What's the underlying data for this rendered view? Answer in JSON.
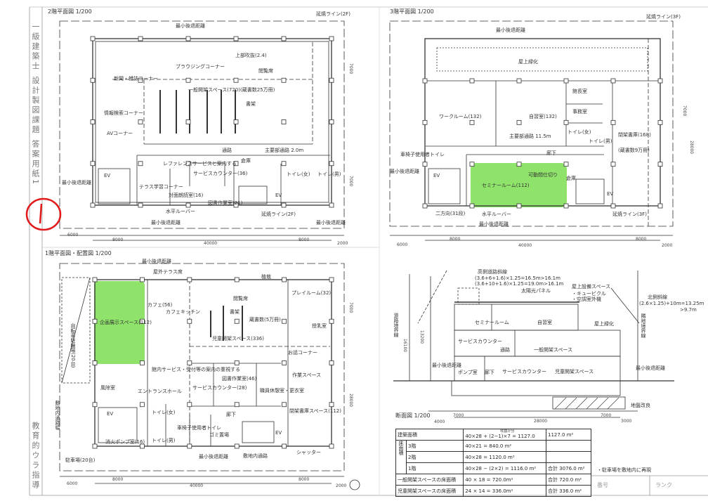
{
  "sidebar": {
    "title_top": "一級建築士 設計製図課題 答案用紙1",
    "title_bottom": "教育的ウラ指導"
  },
  "colors": {
    "highlight": "#8fe36a",
    "annotation_red": "#e11b1b",
    "line": "#333333"
  },
  "floor2": {
    "title": "2階平面図 1/200",
    "labels": {
      "a": "延焼ライン(2F)",
      "b": "最小後退距離",
      "c": "上部吹抜(2.4)",
      "d": "ブラウジングコーナー",
      "e": "閲覧席",
      "f": "新聞・雑誌コーナー",
      "g": "一般開架スペース(720)(蔵書数25万冊)",
      "h": "書架",
      "i": "情報検索コーナー",
      "j": "AVコーナー",
      "k": "通路",
      "l": "主要部通路 2.0m",
      "m": "トイレ(女)",
      "n": "トイレ(男)",
      "o": "倉庫",
      "p": "サービスカウンター(36)",
      "q": "レファレンスサービスと案内する",
      "r": "テラス学習コーナー",
      "s": "対面朗読室(16)",
      "t": "図書作業室(21)",
      "u": "水平ルーバー",
      "v": "延焼ライン(2F)",
      "w": "最小後退距離",
      "x": "最小後退距離",
      "y": "最小後退距離",
      "ev1": "EV",
      "ev2": "EV"
    },
    "dims": {
      "d1": "6000",
      "d2": "8000",
      "d3": "40000",
      "d4": "8000",
      "d5": "2000",
      "d6": "7000",
      "d7": "7000"
    }
  },
  "floor3": {
    "title": "3階平面図 1/200",
    "labels": {
      "a": "延焼ライン(3F)",
      "b": "最小後退距離",
      "c": "屋上緑化",
      "d": "館長室",
      "e": "事務室",
      "f": "ワークルーム(132)",
      "g": "自習室(132)",
      "h": "閉架書庫(168)",
      "i": "(蔵書数9万冊)",
      "j": "廊下",
      "k": "セミナールーム(112)",
      "l": "可動間仕切り",
      "m": "倉庫",
      "n": "水平ルーバー",
      "o": "二方向(31段)",
      "p": "延焼ライン(3F)",
      "q": "最小後退距離",
      "r": "トイレ(女)",
      "s": "トイレ(男)",
      "t": "車椅子使用者トイレ",
      "u": "最小後退距離",
      "v": "主要部通路 11.5m",
      "ev1": "EV",
      "ev2": "EV"
    },
    "dims": {
      "d1": "6000",
      "d2": "8000",
      "d3": "40000",
      "d4": "8000",
      "d5": "2000",
      "d6": "7000",
      "d7": "28000"
    }
  },
  "floor1": {
    "title": "1階平面図・配置図 1/200",
    "labels": {
      "a": "最小後退距離",
      "b": "屋外テラス席",
      "c": "植栽",
      "d": "プレイルーム(32)",
      "e": "カフェ(56)",
      "f": "閲覧席",
      "g": "書架",
      "h": "蔵書数(5万冊)",
      "i": "企画展示スペース(112)",
      "j": "児童開架スペース(336)",
      "k": "授乳室",
      "l": "お話コーナー",
      "m": "自転車駐輪場(20台)",
      "n": "館内サービス・受付等の案内の重視する",
      "o": "サービスカウンター(28)",
      "p": "図書作業室(46)",
      "q": "職員休憩室・更衣室",
      "r": "作業スペース",
      "s": "エントランスホール",
      "t": "風除室",
      "u": "トイレ(女)",
      "v": "トイレ(男)",
      "w": "車椅子使用者トイレ",
      "x": "ゴミ置場",
      "y": "閉架書庫スペース(112)",
      "z": "シャッター",
      "aa": "消火ポンプ室(16)",
      "ab": "最小後退距離",
      "ac": "敷地内通路",
      "ad": "駐車場(20台)",
      "ae": "敷地内通路幅",
      "af": "廊下",
      "ag": "カフェキッチン",
      "ev1": "EV",
      "ev2": "EV"
    },
    "dims": {
      "d1": "6000",
      "d2": "8000",
      "d3": "40000",
      "d4": "8000",
      "d5": "2000",
      "d6": "7000",
      "d7": "28000"
    }
  },
  "section": {
    "title": "断面図 1/200",
    "labels": {
      "a": "高側道路斜線",
      "b": "(3.6+6+1.6)×1.25=16.5m>16.1m",
      "c": "(3.6+10+1.6)×1.25=19.0m>16.1m",
      "d": "屋上設備スペース",
      "e": "・キュービクル",
      "f": "・空調室外機",
      "g": "太陽光パネル",
      "h": "北側斜線",
      "i": "(2.6×1.25)+10m=13.25m",
      "j": ">9.7m",
      "k": "セミナールーム",
      "l": "自習室",
      "m": "屋上緑化",
      "n": "一般開架スペース",
      "o": "サービスカウンター",
      "p": "通路",
      "q": "ポンプ室",
      "r": "廊下",
      "s": "サービスカウンター",
      "t": "児童開架スペース",
      "u": "地盤改良",
      "v": "道路境界線",
      "w": "隣地境界線",
      "x": "最小後退距離",
      "y": "最小後退距離"
    },
    "dims": {
      "d1": "4000",
      "d2": "7000",
      "d3": "7000",
      "d4": "28000",
      "d5": "3000",
      "d6": "16100",
      "d7": "13200"
    }
  },
  "area_table": {
    "building_area_label": "建築面積",
    "building_area_note": "吹抜け分",
    "building_area_calc": "40×28 + (2−1)×7 = 1127.0",
    "building_area_value": "1127.0 m²",
    "floor_area_label": "床面積",
    "rows": [
      {
        "floor": "3階",
        "calc": "40×21 = 840.0 m²",
        "total": ""
      },
      {
        "floor": "2階",
        "calc": "40×28 = 1120.0 m²",
        "total": ""
      },
      {
        "floor": "1階",
        "calc": "40×28 − (2×2) = 1116.0 m²",
        "total": "合計 3076.0 m²"
      }
    ],
    "general_label": "一般開架スペースの床面積",
    "general_calc": "40 × 18 = 720.0m²",
    "general_total": "合計 720.0 m²",
    "children_label": "児童開架スペースの床面積",
    "children_calc": "24 × 14 = 336.0m²",
    "children_total": "合計 336.0 m²"
  },
  "note": "・駐車場を敷地内に再現",
  "title_block": {
    "number_label": "番号",
    "rank_label": "ランク"
  }
}
